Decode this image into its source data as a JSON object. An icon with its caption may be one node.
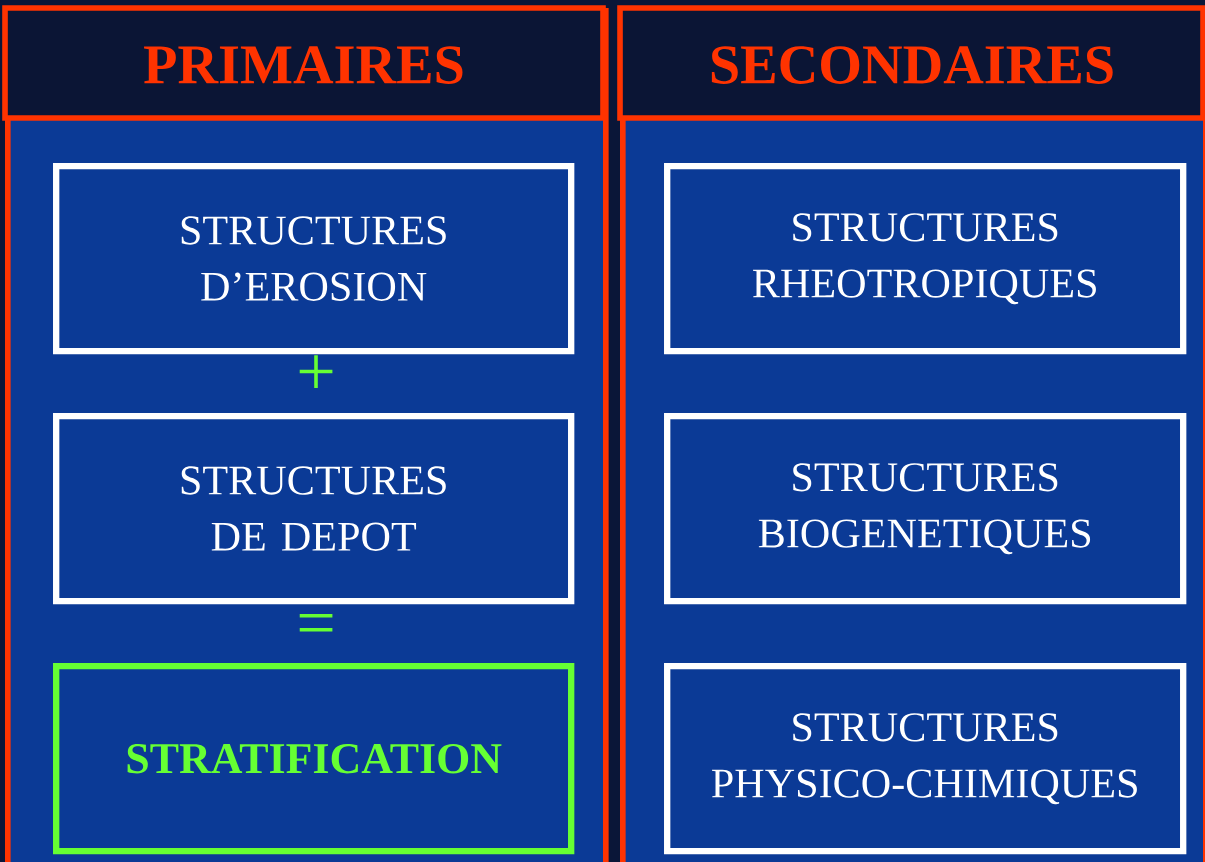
{
  "diagram": {
    "nodes": [
      {
        "text": [
          "PRIMAIRES"
        ]
      },
      {
        "text": [
          "STRUCTURES D’EROSION"
        ],
        "in": 0
      },
      {
        "text": [
          "STRUCTURES DE DEPOT"
        ],
        "in": 0
      },
      {
        "text": [
          "STRATIFICATION"
        ],
        "in": 0
      },
      {
        "text": [
          "SECONDAIRES"
        ]
      },
      {
        "text": [
          "STRUCTURES RHEOTROPIQUES"
        ],
        "in": 4
      },
      {
        "text": [
          "STRUCTURES BIOGENETIQUES"
        ],
        "in": 4
      },
      {
        "text": [
          "STRUCTURES PHYSICO-CHIMIQUES"
        ],
        "in": 4
      }
    ],
    "labels": [
      "+",
      "="
    ]
  }
}
